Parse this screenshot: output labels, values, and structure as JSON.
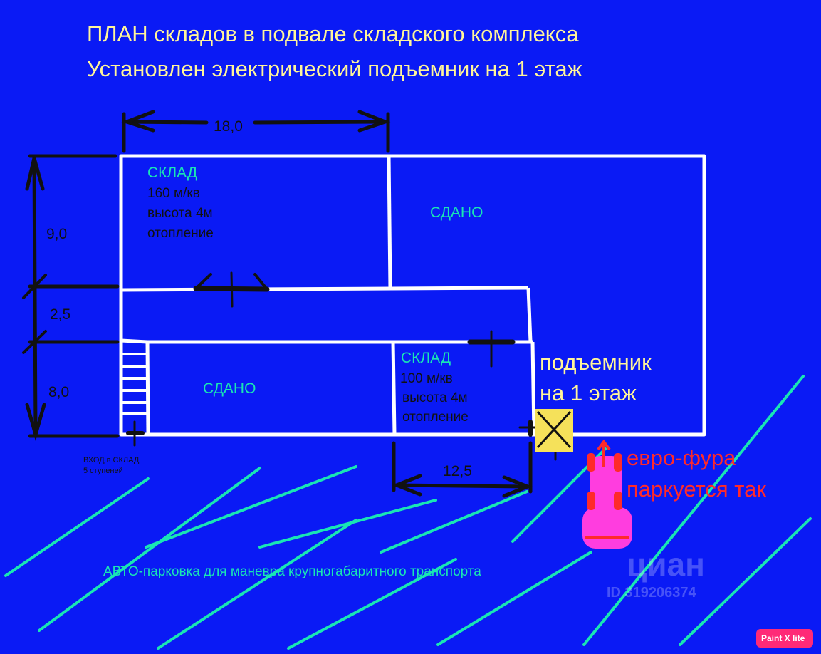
{
  "title": {
    "line1": "ПЛАН складов в подвале складского комплекса",
    "line2": "Установлен электрический подъемник на 1 этаж"
  },
  "dimensions": {
    "top": "18,0",
    "left_upper": "9,0",
    "left_middle": "2,5",
    "left_lower": "8,0",
    "bottom": "12,5"
  },
  "rooms": {
    "warehouse_160": {
      "label": "СКЛАД",
      "area": "160  м/кв",
      "height": "высота 4м",
      "heating": "отопление"
    },
    "rented_top": "СДАНО",
    "rented_bottom": "СДАНО",
    "warehouse_100": {
      "label": "СКЛАД",
      "area": "100 м/кв",
      "height": "высота 4м",
      "heating": "отопление"
    }
  },
  "entrance": {
    "line1": "ВХОД в СКЛАД",
    "line2": "5 ступеней"
  },
  "lift": {
    "line1": "подъемник",
    "line2": "на 1 этаж"
  },
  "truck": {
    "line1": "евро-фура",
    "line2": "паркуется так"
  },
  "parking": "АВТО-парковка для  маневра крупногабаритного транспорта",
  "watermark": {
    "brand": "циан",
    "id": "ID 319206374"
  },
  "badge": "Paint X lite",
  "colors": {
    "background": "#0a1af5",
    "title": "#fff59a",
    "accent_cyan": "#19e6b4",
    "lift_box": "#f5e15a",
    "truck": "#ff3ddf",
    "truck_text": "#ff2a2a"
  }
}
